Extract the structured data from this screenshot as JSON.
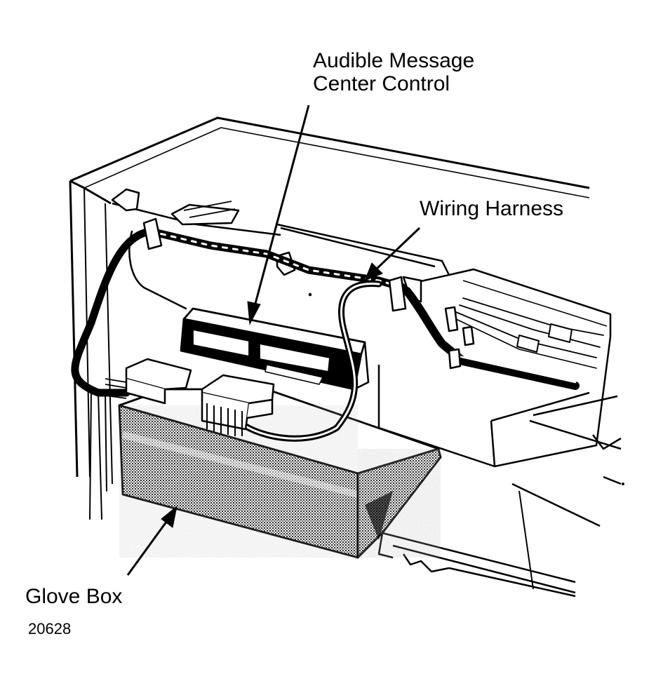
{
  "labels": {
    "audible_message_line1": "Audible Message",
    "audible_message_line2": "Center Control",
    "wiring_harness": "Wiring Harness",
    "glove_box": "Glove Box",
    "figure_number": "20628"
  },
  "colors": {
    "ink": "#000000",
    "paper": "#ffffff",
    "shading": "#5a5a5a"
  }
}
